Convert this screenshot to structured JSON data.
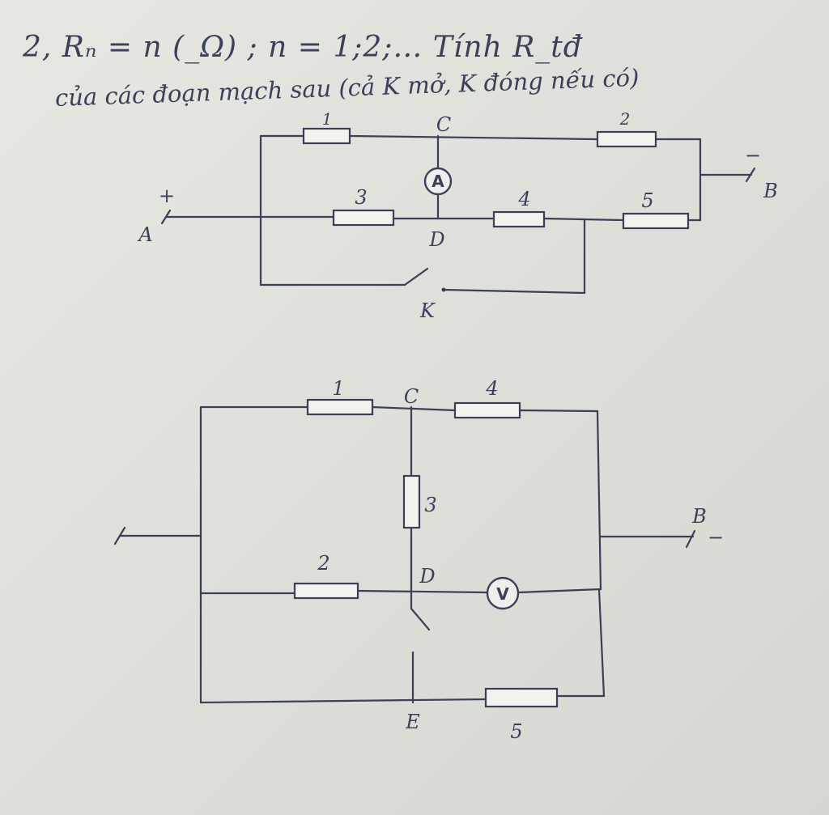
{
  "problem": {
    "line1": "2, Rₙ = n (_Ω) ; n = 1;2;… Tính R_tđ",
    "line2": "của các đoạn mạch sau (cả K mở, K đóng nếu có)"
  },
  "circuit1": {
    "terminal_a_label": "A",
    "terminal_a_sign": "+",
    "terminal_b_label": "B",
    "terminal_b_sign": "−",
    "node_c": "C",
    "node_d": "D",
    "switch_label": "K",
    "ammeter_symbol": "A",
    "r1": "1",
    "r2": "2",
    "r3": "3",
    "r4": "4",
    "r5": "5"
  },
  "circuit2": {
    "terminal_b_label": "B",
    "terminal_b_sign": "−",
    "node_c": "C",
    "node_d": "D",
    "node_e": "E",
    "voltmeter_symbol": "V",
    "r1": "1",
    "r2": "2",
    "r3": "3",
    "r4": "4",
    "r5": "5"
  },
  "colors": {
    "ink": "#3b3f58",
    "paper": "#e3e4de"
  }
}
